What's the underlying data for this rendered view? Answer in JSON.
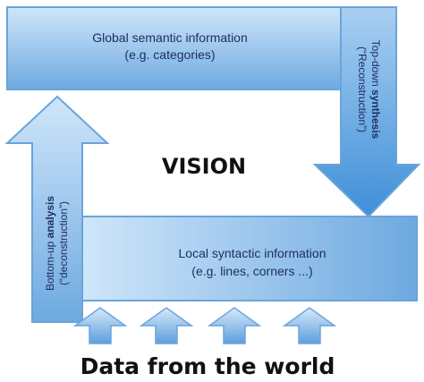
{
  "top_box": {
    "line1": "Global semantic  information",
    "line2": "(e.g. categories)"
  },
  "bottom_box": {
    "line1": "Local syntactic information",
    "line2": "(e.g. lines, corners ...)"
  },
  "center_label": "VISION",
  "right_arrow": {
    "line1_prefix": "Top-down ",
    "line1_bold": "synthesis",
    "line2": "(“Reconstruction”)"
  },
  "left_arrow": {
    "line1_prefix": "Bottom-up ",
    "line1_bold": "analysis",
    "line2": "(“deconstruction”)"
  },
  "footer_label": "Data from the world",
  "colors": {
    "fill_light": "#bcdcf6",
    "fill_dark": "#5d9fdc",
    "stroke": "#6aa4dc",
    "text": "#1c2f63"
  }
}
